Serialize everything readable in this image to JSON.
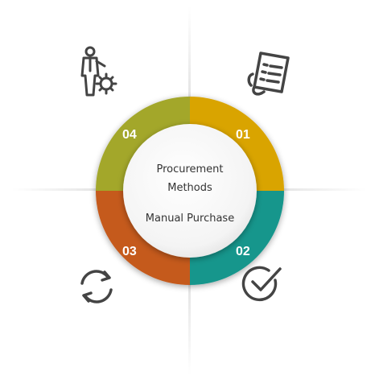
{
  "center": {
    "title_line1": "Procurement",
    "title_line2": "Methods",
    "subtitle": "Manual Purchase"
  },
  "segments": [
    {
      "number": "01",
      "color": "#d9a400",
      "icon": "document-list-icon"
    },
    {
      "number": "02",
      "color": "#15968c",
      "icon": "checkmark-circle-icon"
    },
    {
      "number": "03",
      "color": "#c55a1d",
      "icon": "refresh-arrows-icon"
    },
    {
      "number": "04",
      "color": "#a3a72c",
      "icon": "person-gear-icon"
    }
  ]
}
